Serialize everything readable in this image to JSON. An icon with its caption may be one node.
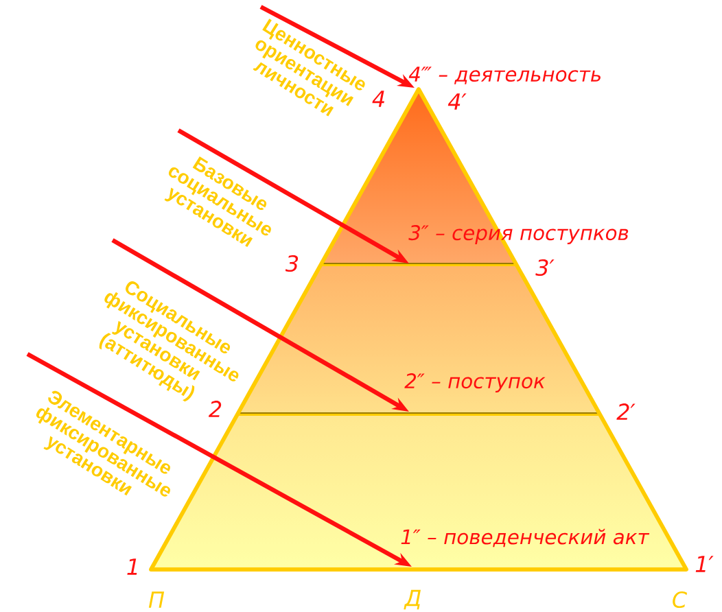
{
  "diagram": {
    "nodes": [
      {
        "text": [
          "Ценностные ориентации личности"
        ]
      },
      {
        "text": [
          "Базовые социальные установки"
        ]
      },
      {
        "text": [
          "Социальные фиксированные установки (аттитюды)"
        ]
      },
      {
        "text": [
          "Элементарные фиксированные установки"
        ]
      },
      {
        "text": [
          "4‴ – деятельность"
        ]
      },
      {
        "text": [
          "3″ – серия поступков"
        ]
      },
      {
        "text": [
          "2″ – поступок"
        ]
      },
      {
        "text": [
          "1″ – поведенческий акт"
        ]
      }
    ],
    "edges": [
      {
        "from": 0,
        "to": 4,
        "arrow": "to"
      },
      {
        "from": 1,
        "to": 5,
        "arrow": "to"
      },
      {
        "from": 2,
        "to": 6,
        "arrow": "to"
      },
      {
        "from": 3,
        "to": 7,
        "arrow": "to"
      }
    ],
    "labels": [
      "4",
      "4′",
      "3",
      "3′",
      "2",
      "2′",
      "1",
      "1′",
      "П",
      "Д",
      "С"
    ]
  }
}
